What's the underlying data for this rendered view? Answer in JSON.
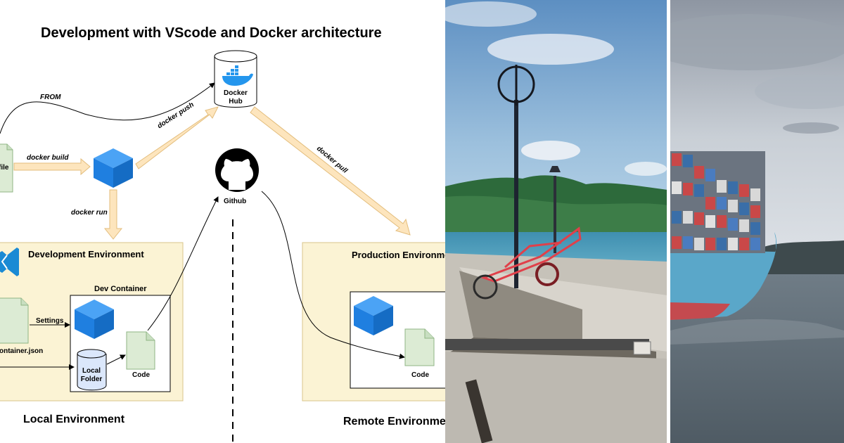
{
  "diagram": {
    "title": "Development with VScode and Docker architecture",
    "labels": {
      "from": "FROM",
      "docker_hub": "Docker\nHub",
      "docker_push": "docker push",
      "docker_build": "docker build",
      "dockerfile_suffix": "file",
      "docker_run": "docker run",
      "docker_pull": "docker pull",
      "github": "Github",
      "dev_env": "Development Environment",
      "dev_container": "Dev Container",
      "settings": "Settings",
      "devcontainer_json": "ontainer.json",
      "local_folder": "Local\nFolder",
      "code": "Code",
      "prod_env": "Production Environme",
      "prod_code": "Code",
      "local_env": "Local Environment",
      "remote_env": "Remote Environme"
    },
    "colors": {
      "env_fill": "#fbf3d4",
      "env_stroke": "#d9c58b",
      "arrow_fill": "#fde5bd",
      "arrow_stroke": "#e3bd7c",
      "cube": "#1e88e5",
      "doc_fill": "#dcebd4",
      "doc_stroke": "#8fb584"
    },
    "icons": [
      "docker-hub-icon",
      "docker-cube-icon",
      "github-icon",
      "vscode-icon",
      "document-icon",
      "local-folder-icon"
    ]
  },
  "photos": [
    {
      "name": "harbor-pier-photo",
      "description_icon": "pier-photo"
    },
    {
      "name": "container-ship-photo",
      "description_icon": "ship-photo"
    }
  ]
}
